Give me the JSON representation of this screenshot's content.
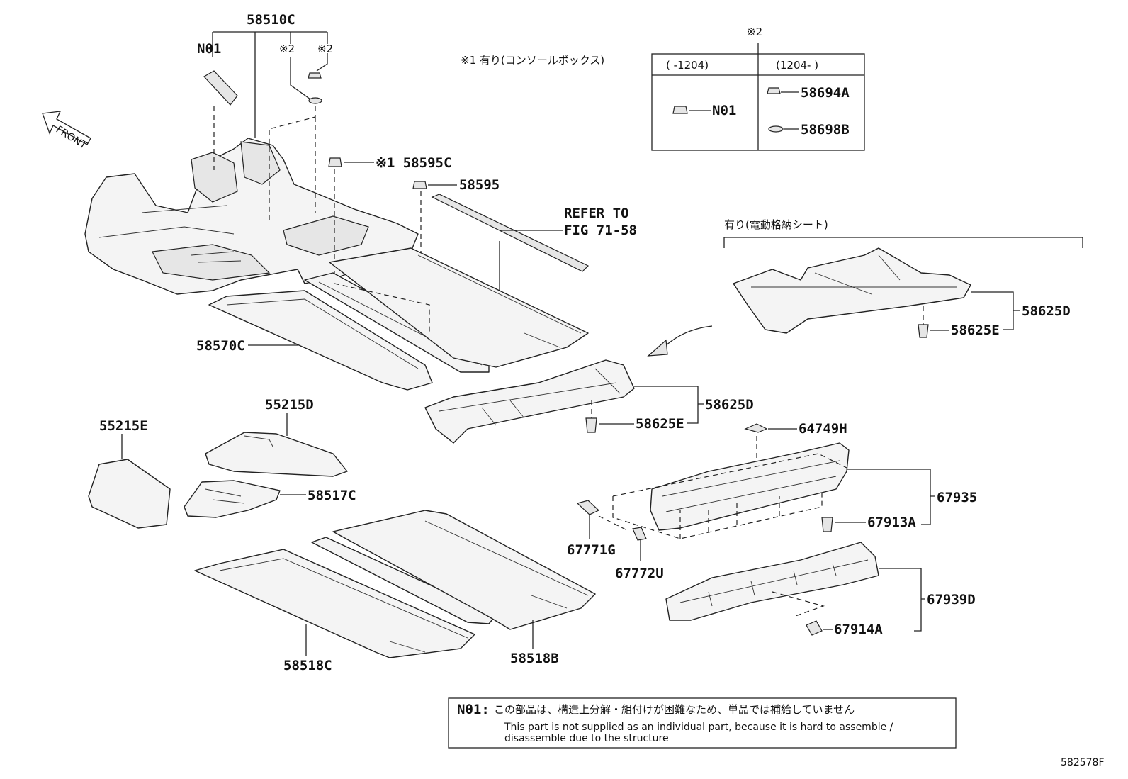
{
  "labels": {
    "p58510C": "58510C",
    "n01_top": "N01",
    "note2_a": "※2",
    "note2_b": "※2",
    "front": "FRONT",
    "p58595C": "※1 58595C",
    "p58595": "58595",
    "refer1": "REFER TO",
    "refer2": "FIG 71-58",
    "p58570C": "58570C",
    "p55215D": "55215D",
    "p55215E": "55215E",
    "p58517C": "58517C",
    "p58518C": "58518C",
    "p58518B": "58518B",
    "p58625D_a": "58625D",
    "p58625E_a": "58625E",
    "p58625D_b": "58625D",
    "p58625E_b": "58625E",
    "p64749H": "64749H",
    "p67935": "67935",
    "p67913A": "67913A",
    "p67771G": "67771G",
    "p67772U": "67772U",
    "p67939D": "67939D",
    "p67914A": "67914A",
    "console_note": "※1 有り(コンソールボックス)",
    "seat_note": "有り(電動格納シート)",
    "table_note": "※2",
    "diagram_id": "582578F"
  },
  "table": {
    "col1_header": "(     -1204)",
    "col2_header": "(1204-     )",
    "col1_part": "N01",
    "col2_part_a": "58694A",
    "col2_part_b": "58698B"
  },
  "footnote": {
    "code": "N01:",
    "jp": "この部品は、構造上分解・組付けが困難なため、単品では補給していません",
    "en1": "This part is not supplied as an individual part, because it is hard to assemble /",
    "en2": "disassemble due to the structure"
  }
}
